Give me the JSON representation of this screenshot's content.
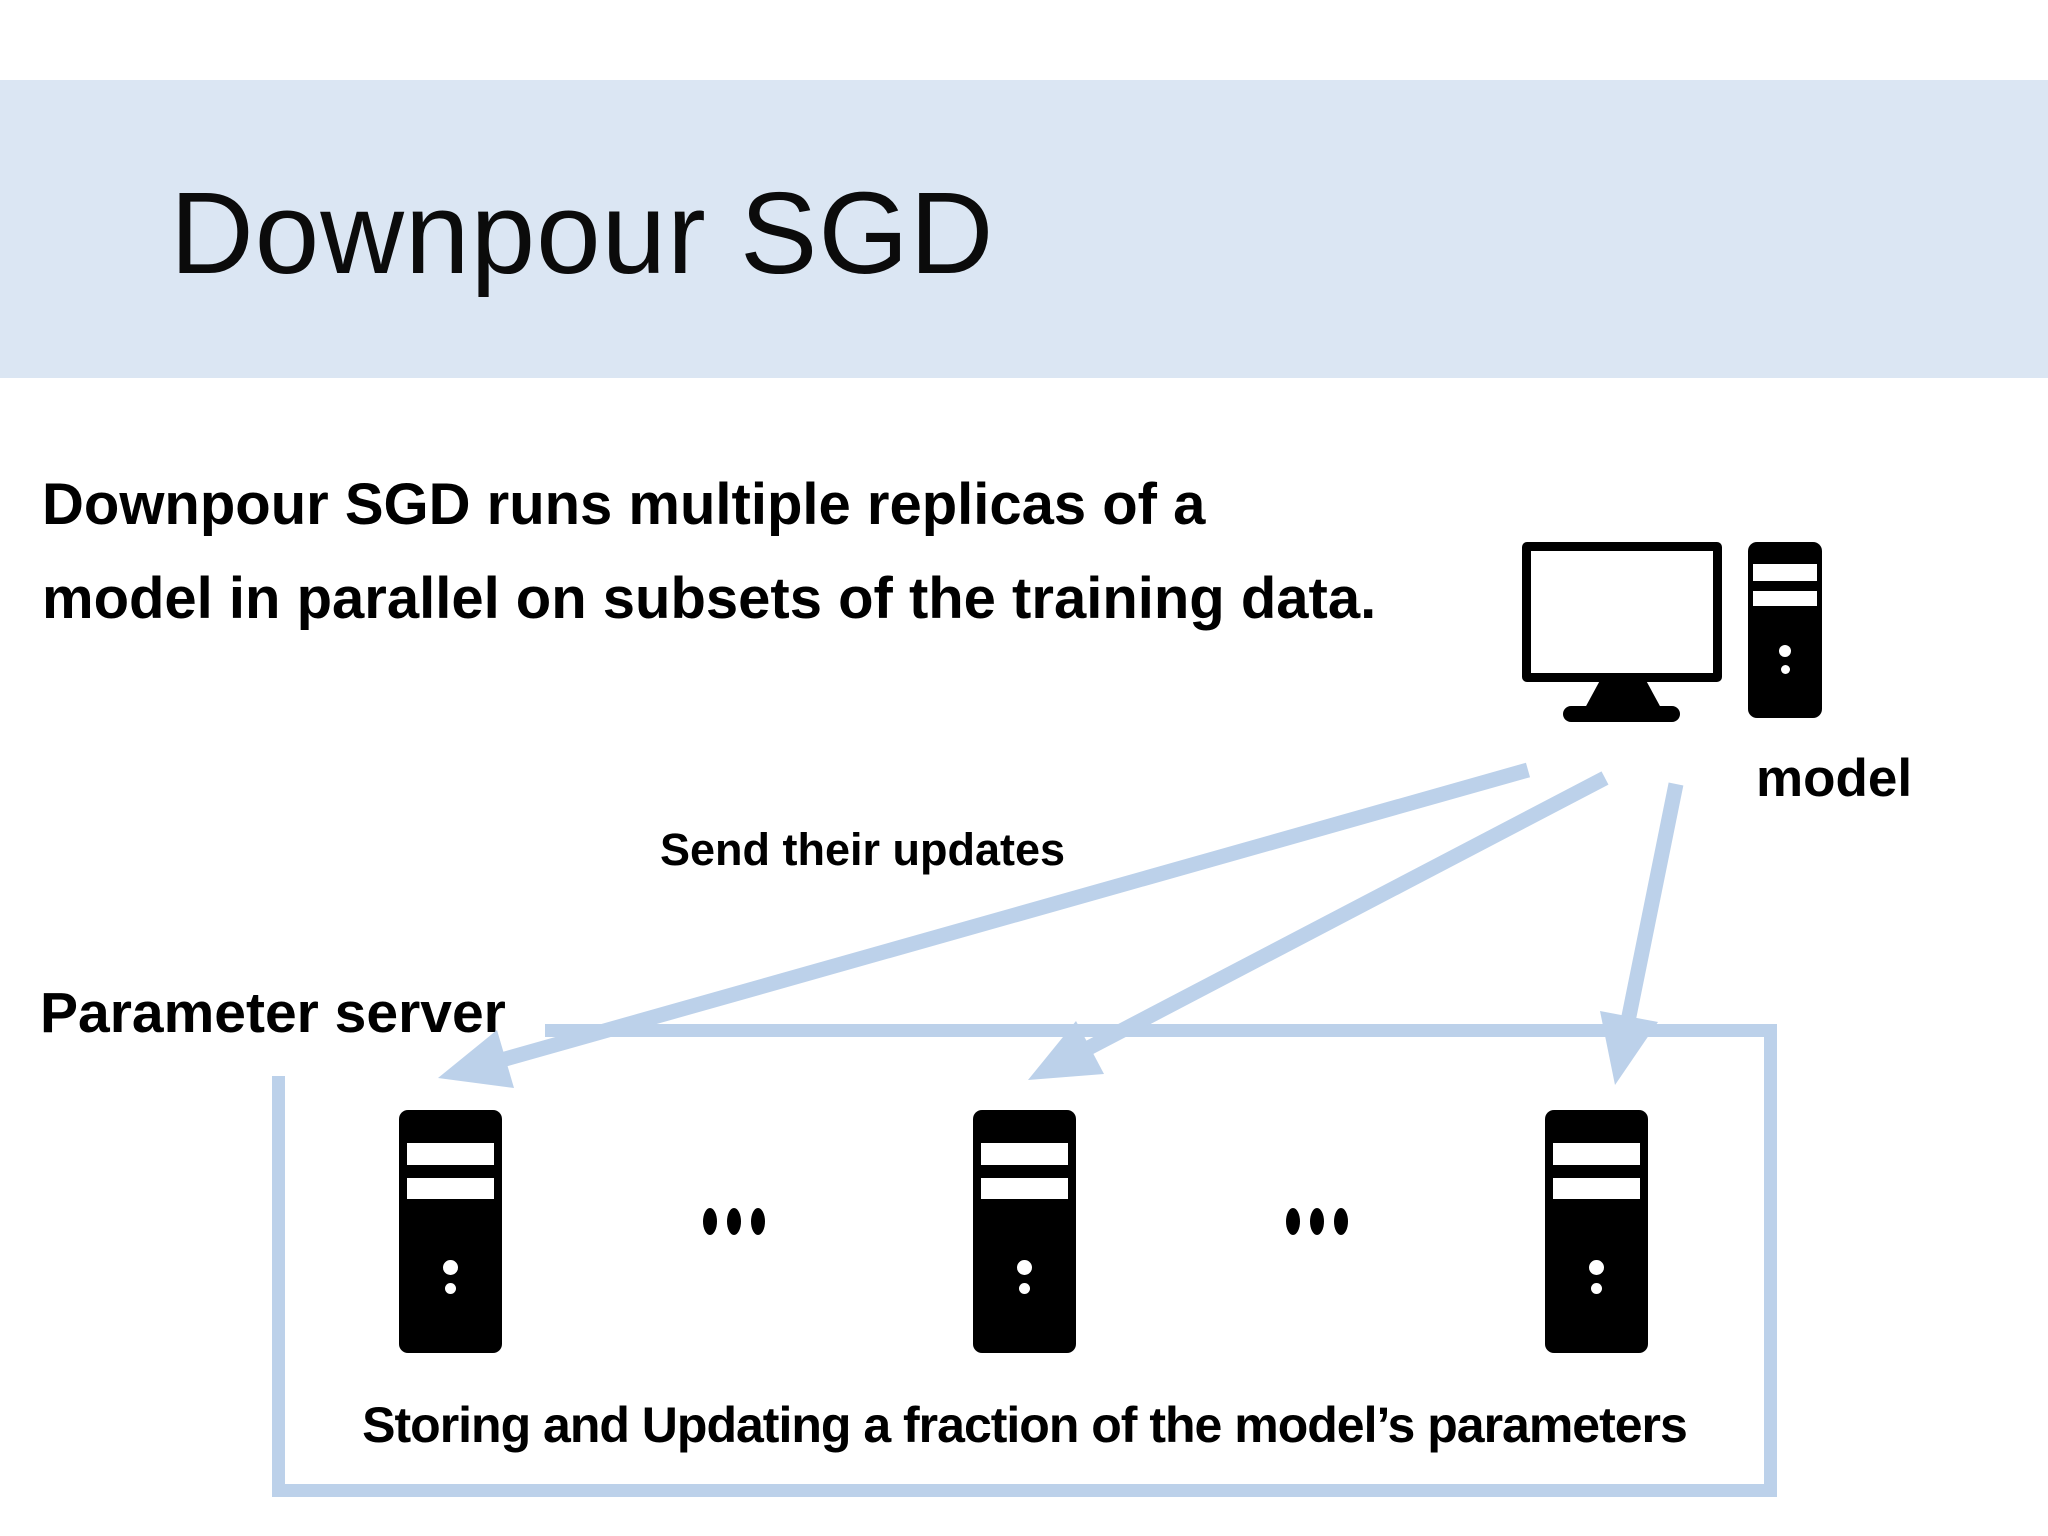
{
  "slide": {
    "title": "Downpour SGD",
    "body": {
      "line1": "Downpour SGD runs multiple replicas of a",
      "line2": "model in parallel on subsets of the training data."
    },
    "labels": {
      "model": "model",
      "send_updates": "Send their updates",
      "parameter_server": "Parameter server",
      "caption": "Storing and Updating a fraction of the model’s parameters"
    },
    "icons": {
      "model_computer": "desktop-computer-icon",
      "parameter_servers": [
        "server-tower-icon",
        "server-tower-icon",
        "server-tower-icon"
      ],
      "ellipsis_separators": 2,
      "update_arrows": 3
    },
    "colors": {
      "header_band": "#dbe6f3",
      "accent_blue": "#bcd1ea",
      "icon_black": "#000000",
      "background": "#ffffff",
      "text": "#000000"
    }
  }
}
